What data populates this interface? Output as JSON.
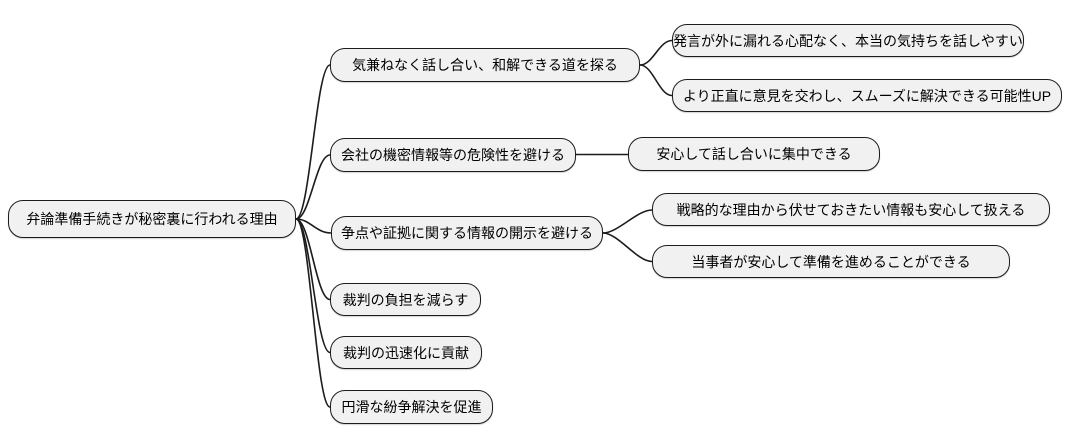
{
  "colors": {
    "background": "#ffffff",
    "node_fill": "#f1f1f1",
    "node_border": "#1c1c1c",
    "connector": "#1c1c1c",
    "text": "#000000"
  },
  "mindmap": {
    "root": {
      "label": "弁論準備手続きが秘密裏に行われる理由"
    },
    "branches": [
      {
        "label": "気兼ねなく話し合い、和解できる道を探る",
        "children": [
          {
            "label": "発言が外に漏れる心配なく、本当の気持ちを話しやすい"
          },
          {
            "label": "より正直に意見を交わし、スムーズに解決できる可能性UP"
          }
        ]
      },
      {
        "label": "会社の機密情報等の危険性を避ける",
        "children": [
          {
            "label": "安心して話し合いに集中できる"
          }
        ]
      },
      {
        "label": "争点や証拠に関する情報の開示を避ける",
        "children": [
          {
            "label": "戦略的な理由から伏せておきたい情報も安心して扱える"
          },
          {
            "label": "当事者が安心して準備を進めることができる"
          }
        ]
      },
      {
        "label": "裁判の負担を減らす",
        "children": []
      },
      {
        "label": "裁判の迅速化に貢献",
        "children": []
      },
      {
        "label": "円滑な紛争解決を促進",
        "children": []
      }
    ]
  }
}
